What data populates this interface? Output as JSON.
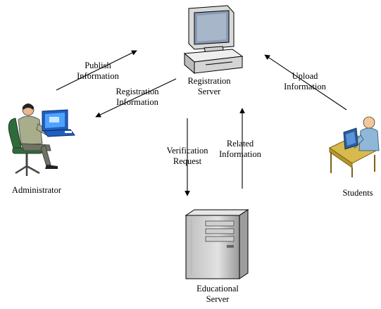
{
  "nodes": {
    "registration_server": {
      "line1": "Registration",
      "line2": "Server",
      "icon": "desktop-computer-icon"
    },
    "administrator": {
      "label": "Administrator",
      "icon": "administrator-at-computer-icon"
    },
    "students": {
      "label": "Students",
      "icon": "student-at-desk-icon"
    },
    "educational_server": {
      "line1": "Educational",
      "line2": "Server",
      "icon": "server-tower-icon"
    }
  },
  "edges": {
    "publish": {
      "line1": "Publish",
      "line2": "Information"
    },
    "registration_info": {
      "line1": "Registration",
      "line2": "Information"
    },
    "upload": {
      "line1": "Upload",
      "line2": "Information"
    },
    "verification": {
      "line1": "Verification",
      "line2": "Request"
    },
    "related": {
      "line1": "Related",
      "line2": "Information"
    }
  },
  "colors": {
    "line": "#000000",
    "screen": "#7f8fa6",
    "computer_body": "#e8e8e8",
    "shirt": "#a8ad8c",
    "desk": "#d7b94c",
    "student_shirt": "#8fb7d7",
    "server_body": "#cfcfcf"
  }
}
